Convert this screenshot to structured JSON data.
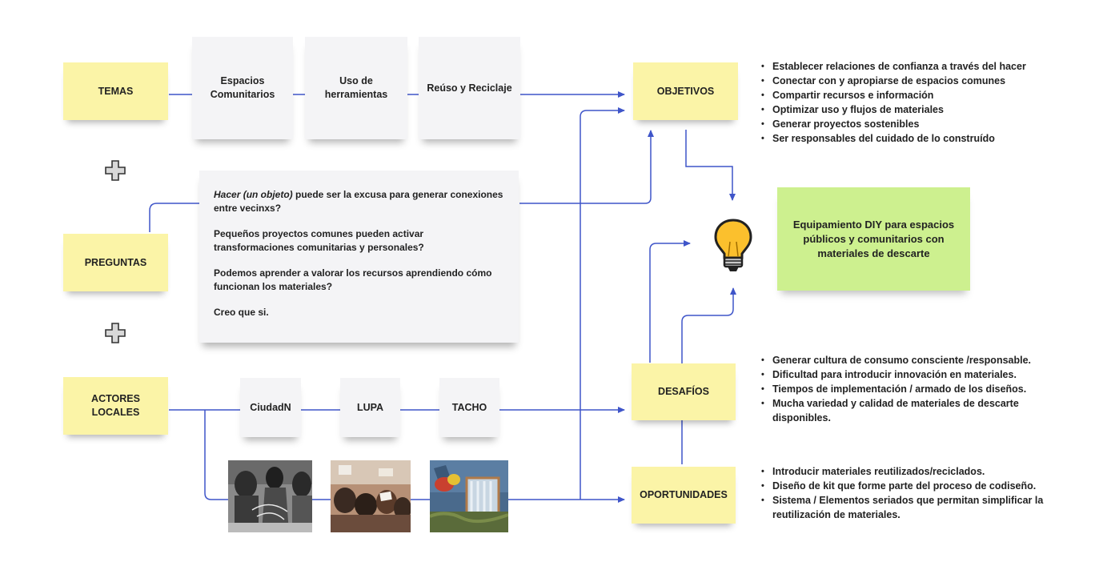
{
  "notes": {
    "temas": "TEMAS",
    "preguntas": "PREGUNTAS",
    "actores": "ACTORES LOCALES",
    "objetivos": "OBJETIVOS",
    "desafios": "DESAFÍOS",
    "oportunidades": "OPORTUNIDADES"
  },
  "temas_items": [
    "Espacios Comunitarios",
    "Uso de herramientas",
    "Reúso y Reciclaje"
  ],
  "actores_items": [
    "CiudadN",
    "LUPA",
    "TACHO"
  ],
  "preguntas_card": {
    "p1_em": "Hacer (un objeto)",
    "p1_rest": " puede ser la excusa para generar conexiones entre vecinxs?",
    "p2": "Pequeños proyectos comunes pueden activar transformaciones comunitarias y personales?",
    "p3": "Podemos aprender a valorar los recursos aprendiendo cómo funcionan los materiales?",
    "p4": "Creo que si."
  },
  "result": "Equipamiento DIY para espacios públicos y comunitarios con materiales de descarte",
  "objetivos_list": [
    "Establecer relaciones de confianza a través del hacer",
    "Conectar con y apropiarse de espacios comunes",
    "Compartir recursos e información",
    "Optimizar uso y flujos de materiales",
    "Generar proyectos sostenibles",
    "Ser responsables del cuidado de lo construído"
  ],
  "desafios_list": [
    "Generar cultura de consumo consciente /responsable.",
    "Dificultad para introducir innovación en materiales.",
    "Tiempos de implementación / armado de los diseños.",
    "Mucha variedad y calidad de materiales de descarte disponibles."
  ],
  "oportunidades_list": [
    "Introducir materiales reutilizados/reciclados.",
    "Diseño de kit que forme parte del proceso de codiseño.",
    "Sistema / Elementos seriados que permitan simplificar la reutilización de materiales."
  ],
  "colors": {
    "yellow_note": "#fbf4a7",
    "grey_note": "#f4f4f6",
    "green_note": "#cdf08f",
    "connector": "#3f55c9"
  },
  "icons": [
    "plus-icon",
    "lightbulb-icon"
  ]
}
